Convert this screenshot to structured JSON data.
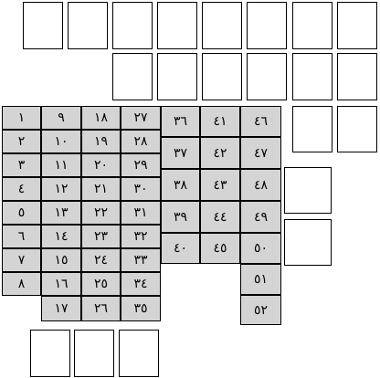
{
  "colors": {
    "cell_fill": "#d4d4d4",
    "empty_box_fill": "#ffffff",
    "border": "#000000"
  },
  "grid": {
    "col1": [
      "١",
      "٢",
      "٣",
      "٤",
      "٥",
      "٦",
      "٧",
      "٨"
    ],
    "col2": [
      "٩",
      "١٠",
      "١١",
      "١٢",
      "١٣",
      "١٤",
      "١٥",
      "١٦",
      "١٧"
    ],
    "col3": [
      "١٨",
      "١٩",
      "٢٠",
      "٢١",
      "٢٢",
      "٢٣",
      "٢٤",
      "٢٥",
      "٢٦"
    ],
    "col4": [
      "٢٧",
      "٢٨",
      "٢٩",
      "٣٠",
      "٣١",
      "٣٢",
      "٣٣",
      "٣٤",
      "٣٥"
    ],
    "col5": [
      "٣٦",
      "٣٧",
      "٣٨",
      "٣٩",
      "٤٠"
    ],
    "col6": [
      "٤١",
      "٤٢",
      "٤٣",
      "٤٤",
      "٤٥"
    ],
    "col7": [
      "٤٦",
      "٤٧",
      "٤٨",
      "٤٩",
      "٥٠",
      "٥١",
      "٥٢"
    ]
  }
}
